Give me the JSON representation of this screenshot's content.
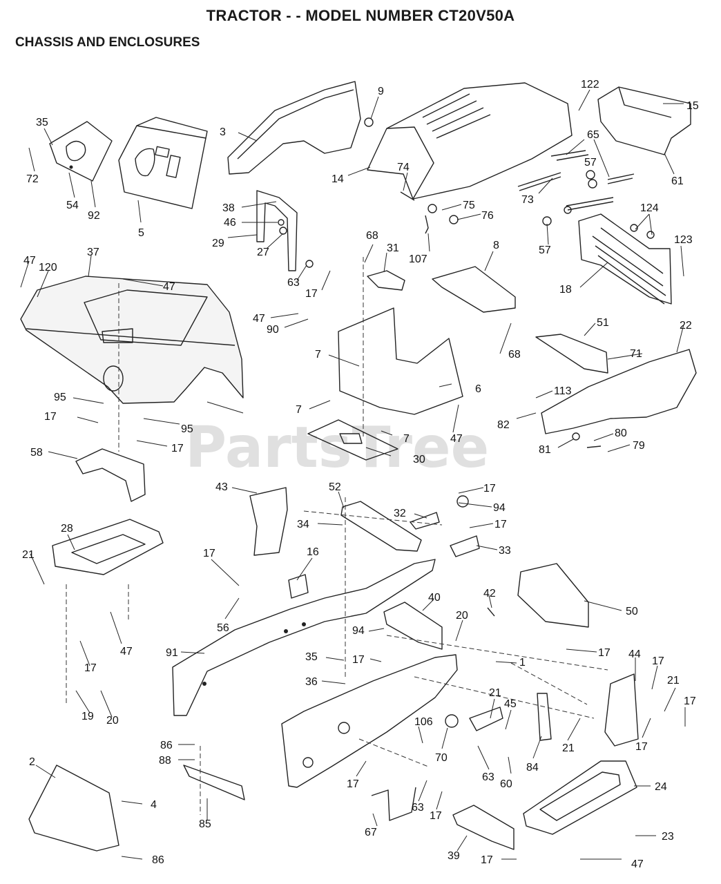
{
  "header": {
    "title": "TRACTOR - - MODEL NUMBER CT20V50A",
    "subtitle": "CHASSIS AND ENCLOSURES"
  },
  "watermark": "PartsTree",
  "callouts": [
    "9",
    "3",
    "14",
    "122",
    "15",
    "35",
    "72",
    "54",
    "92",
    "5",
    "65",
    "57",
    "61",
    "74",
    "73",
    "75",
    "76",
    "124",
    "38",
    "46",
    "29",
    "27",
    "63",
    "17",
    "107",
    "57",
    "123",
    "47",
    "120",
    "37",
    "47",
    "68",
    "31",
    "8",
    "18",
    "47",
    "90",
    "68",
    "51",
    "7",
    "22",
    "71",
    "6",
    "7",
    "113",
    "82",
    "7",
    "47",
    "95",
    "17",
    "95",
    "17",
    "30",
    "80",
    "79",
    "81",
    "58",
    "43",
    "52",
    "17",
    "94",
    "32",
    "34",
    "17",
    "33",
    "28",
    "21",
    "17",
    "16",
    "50",
    "56",
    "40",
    "42",
    "20",
    "47",
    "94",
    "17",
    "17",
    "91",
    "35",
    "17",
    "1",
    "44",
    "17",
    "36",
    "21",
    "21",
    "45",
    "17",
    "19",
    "20",
    "106",
    "17",
    "70",
    "63",
    "60",
    "84",
    "21",
    "86",
    "88",
    "2",
    "17",
    "63",
    "24",
    "4",
    "85",
    "67",
    "17",
    "23",
    "39",
    "17",
    "47",
    "86"
  ],
  "colors": {
    "ink": "#222222",
    "watermark": "#c8c8c8"
  }
}
